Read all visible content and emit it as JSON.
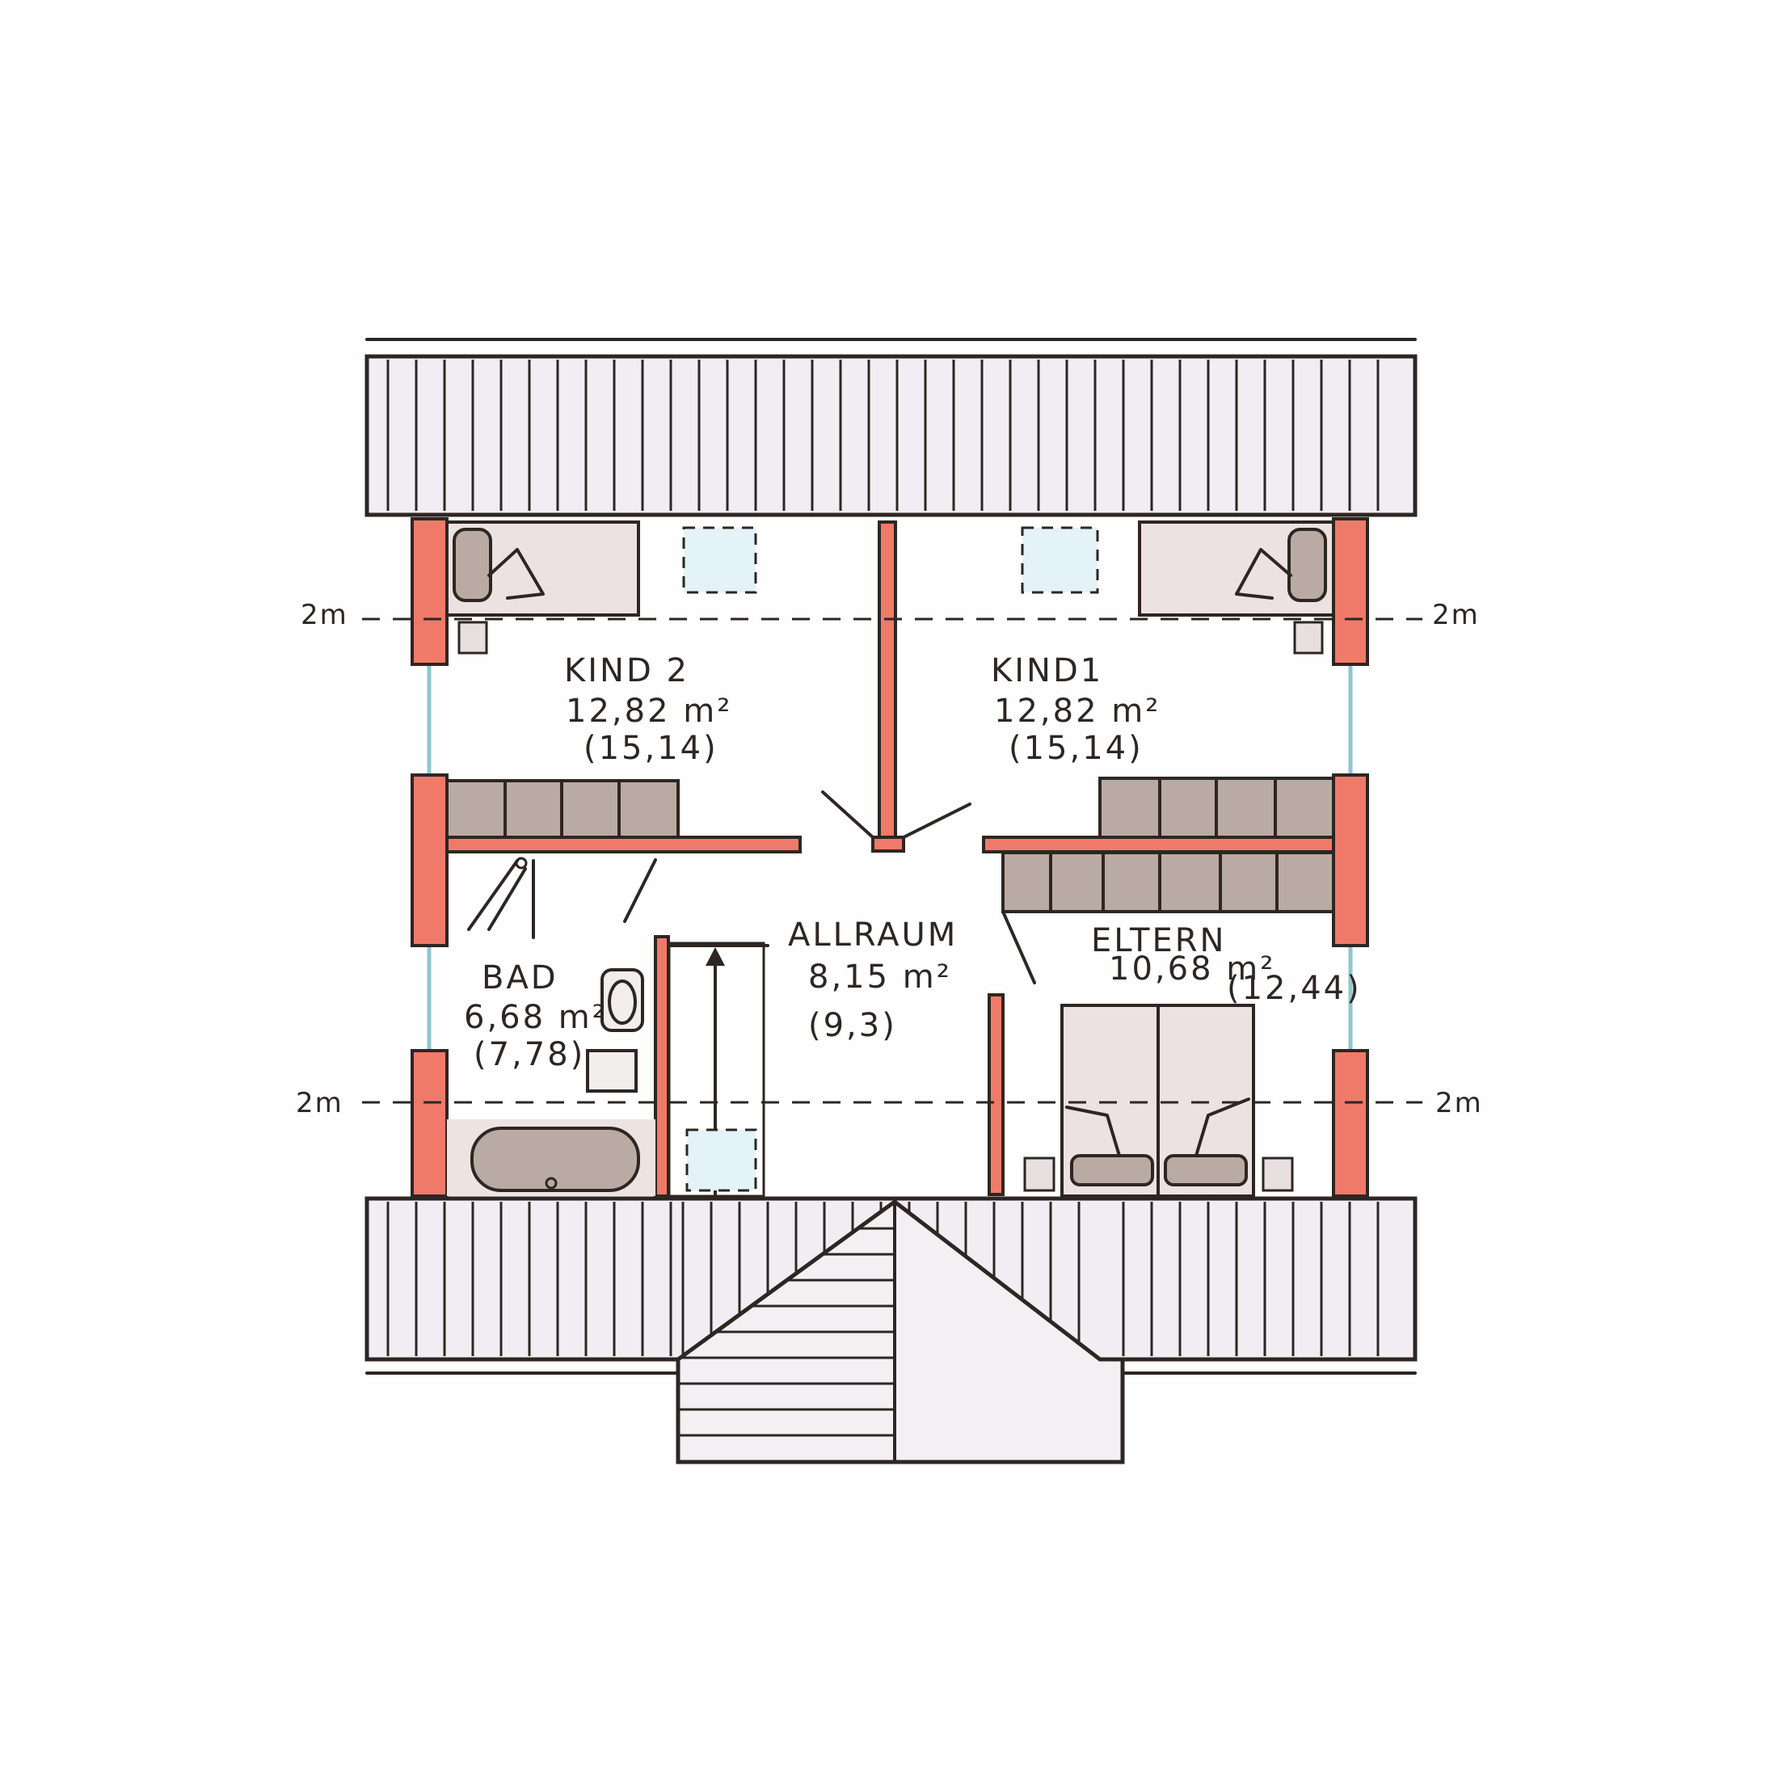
{
  "plan": {
    "rooms": [
      {
        "name": "KIND 2",
        "area": "12,82 m²",
        "gross": "(15,14)"
      },
      {
        "name": "KIND1",
        "area": "12,82 m²",
        "gross": "(15,14)"
      },
      {
        "name": "BAD",
        "area": "6,68 m²",
        "gross": "(7,78)"
      },
      {
        "name": "ALLRAUM",
        "area": "8,15 m²",
        "gross": "(9,3)"
      },
      {
        "name": "ELTERN",
        "area": "10,68 m²",
        "gross": "(12,44)"
      }
    ],
    "height_markers": [
      "2m",
      "2m",
      "2m",
      "2m"
    ]
  },
  "colors": {
    "wall": "#f07a6a",
    "ink": "#2e2622",
    "furniture": "#b9aba3",
    "bed": "#ede2e2",
    "glass": "#e4f3f7"
  }
}
